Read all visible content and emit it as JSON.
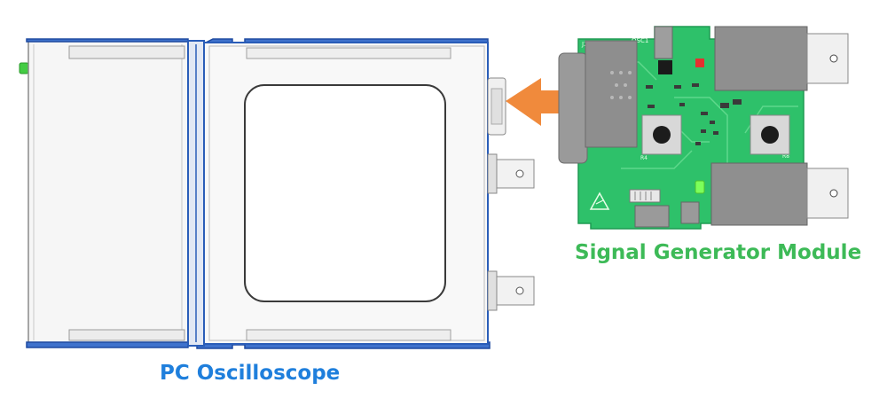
{
  "labels": {
    "oscilloscope": "PC Oscilloscope",
    "generator": "Signal Generator Module"
  },
  "pcb_markings": {
    "j2": "J2",
    "osc": "OSC1",
    "r4": "R4",
    "r8": "R8"
  },
  "colors": {
    "oscilloscope_label": "#1f7fdc",
    "generator_label": "#3dba57",
    "case_outline": "#2a5db8",
    "pcb": "#2ec16a",
    "arrow": "#f08a3c"
  },
  "icons": {
    "arrow": "insert-arrow-icon",
    "esd": "esd-warning-icon"
  }
}
